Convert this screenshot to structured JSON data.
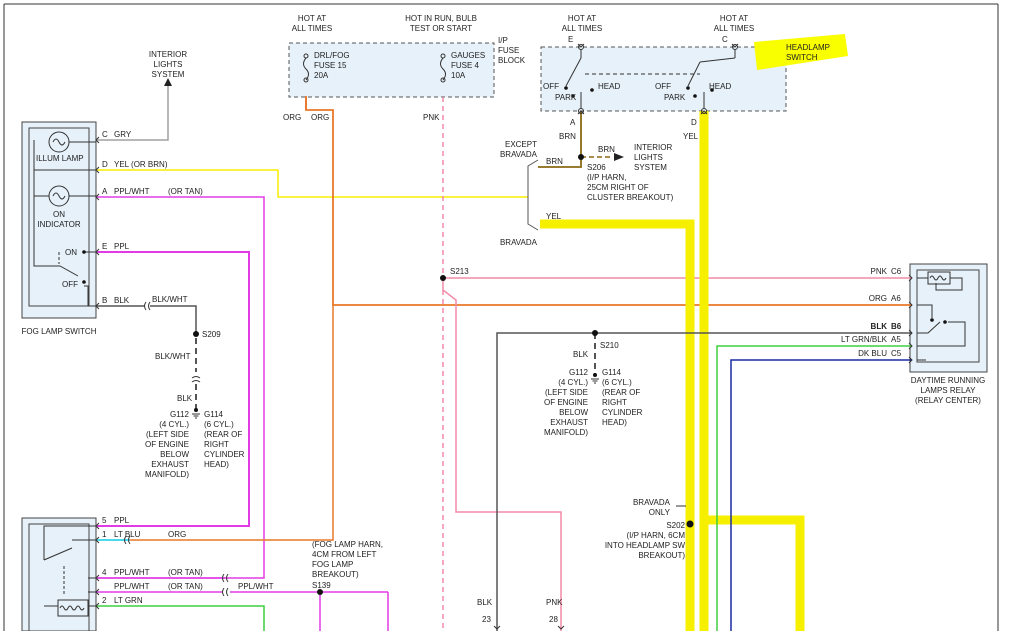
{
  "header": {
    "hot_all_times_1": [
      "HOT AT",
      "ALL TIMES"
    ],
    "hot_run_bulb": [
      "HOT IN RUN, BULB",
      "TEST OR START"
    ],
    "ip_fuse_block": [
      "I/P",
      "FUSE",
      "BLOCK"
    ],
    "hot_all_times_2": [
      "HOT AT",
      "ALL TIMES"
    ],
    "hot_all_times_3": [
      "HOT AT",
      "ALL TIMES"
    ]
  },
  "fuses": {
    "drl_fog": [
      "DRL/FOG",
      "FUSE 15",
      "20A"
    ],
    "gauges": [
      "GAUGES",
      "FUSE 4",
      "10A"
    ]
  },
  "headlamp_switch": {
    "label": [
      "HEADLAMP",
      "SWITCH"
    ],
    "pin_e": "E",
    "pin_c": "C",
    "pin_a": "A",
    "pin_d": "D",
    "off_1": "OFF",
    "park_1": "PARK",
    "head_1": "HEAD",
    "off_2": "OFF",
    "park_2": "PARK",
    "head_2": "HEAD"
  },
  "interior_lights_top": [
    "INTERIOR",
    "LIGHTS",
    "SYSTEM"
  ],
  "interior_lights_mid": [
    "INTERIOR",
    "LIGHTS",
    "SYSTEM"
  ],
  "fog_lamp_switch": {
    "title": "FOG LAMP SWITCH",
    "illum_lamp": "ILLUM LAMP",
    "on_indicator": [
      "ON",
      "INDICATOR"
    ],
    "on": "ON",
    "off": "OFF",
    "pins": [
      {
        "pin": "C",
        "color": "GRY"
      },
      {
        "pin": "D",
        "color": "YEL (OR BRN)"
      },
      {
        "pin": "A",
        "color": "PPL/WHT"
      },
      {
        "pin": "E",
        "color": "PPL"
      },
      {
        "pin": "B",
        "color": "BLK"
      }
    ],
    "or_tan": "(OR TAN)"
  },
  "wires": {
    "org_1": "ORG",
    "org_2": "ORG",
    "pnk": "PNK",
    "brn_a": "BRN",
    "brn_b": "BRN",
    "brn_c": "BRN",
    "yel_d": "YEL",
    "yel_bravada": "YEL",
    "blk_whitish_1": "BLK/WHT",
    "blk_whitish_2": "BLK/WHT",
    "blk_ground_left": "BLK",
    "blk_ground_mid": "BLK"
  },
  "splices": {
    "s206": [
      "S206",
      "(I/P HARN,",
      "25CM RIGHT OF",
      "CLUSTER BREAKOUT)"
    ],
    "s209": "S209",
    "s213": "S213",
    "s210": "S210",
    "s202": [
      "S202",
      "(I/P HARN, 6CM",
      "INTO HEADLAMP SW",
      "BREAKOUT)"
    ],
    "s139": "S139"
  },
  "branches": {
    "except_bravada": [
      "EXCEPT",
      "BRAVADA"
    ],
    "bravada": "BRAVADA",
    "bravada_only": [
      "BRAVADA",
      "ONLY"
    ]
  },
  "grounds_left": {
    "g112": [
      "G112",
      "(4 CYL.)",
      "(LEFT SIDE",
      "OF ENGINE",
      "BELOW",
      "EXHAUST",
      "MANIFOLD)"
    ],
    "g114": [
      "G114",
      "(6 CYL.)",
      "(REAR OF",
      "RIGHT",
      "CYLINDER",
      "HEAD)"
    ]
  },
  "grounds_mid": {
    "g112": [
      "G112",
      "(4 CYL.)",
      "(LEFT SIDE",
      "OF ENGINE",
      "BELOW",
      "EXHAUST",
      "MANIFOLD)"
    ],
    "g114": [
      "G114",
      "(6 CYL.)",
      "(REAR OF",
      "RIGHT",
      "CYLINDER",
      "HEAD)"
    ]
  },
  "drl_relay": {
    "title": [
      "DAYTIME RUNNING",
      "LAMPS RELAY",
      "(RELAY CENTER)"
    ],
    "pins": [
      {
        "color": "PNK",
        "pin": "C6"
      },
      {
        "color": "ORG",
        "pin": "A6"
      },
      {
        "color": "BLK",
        "pin": "B6"
      },
      {
        "color": "LT GRN/BLK",
        "pin": "A5"
      },
      {
        "color": "DK BLU",
        "pin": "C5"
      }
    ]
  },
  "fog_relay": {
    "pins": [
      {
        "pin": "5",
        "color": "PPL"
      },
      {
        "pin": "1",
        "color": "LT BLU"
      },
      {
        "pin": "4",
        "color": "PPL/WHT"
      },
      {
        "pin": "",
        "color": "PPL/WHT"
      },
      {
        "pin": "2",
        "color": "LT GRN"
      }
    ],
    "org": "ORG",
    "or_tan_1": "(OR TAN)",
    "or_tan_2": "(OR TAN)",
    "ppl_wht_right": "PPL/WHT"
  },
  "fog_harness": [
    "(FOG LAMP HARN,",
    "4CM FROM LEFT",
    "FOG LAMP",
    "BREAKOUT)"
  ],
  "bottom_conn": {
    "blk": "BLK",
    "pin_23": "23",
    "pnk": "PNK",
    "pin_28": "28"
  },
  "colors": {
    "yellow": "#f7ef00",
    "orange": "#e8782a",
    "pink": "#f28aa8",
    "magenta": "#e23be6",
    "brown": "#8b6914",
    "gray": "#a0a0a0",
    "light_blue": "#33d6ea",
    "green": "#3fcf3f",
    "dark_blue": "#1a2aa0",
    "black": "#555555",
    "highlight": "#faff00",
    "box_fill": "#e6f1f9"
  }
}
